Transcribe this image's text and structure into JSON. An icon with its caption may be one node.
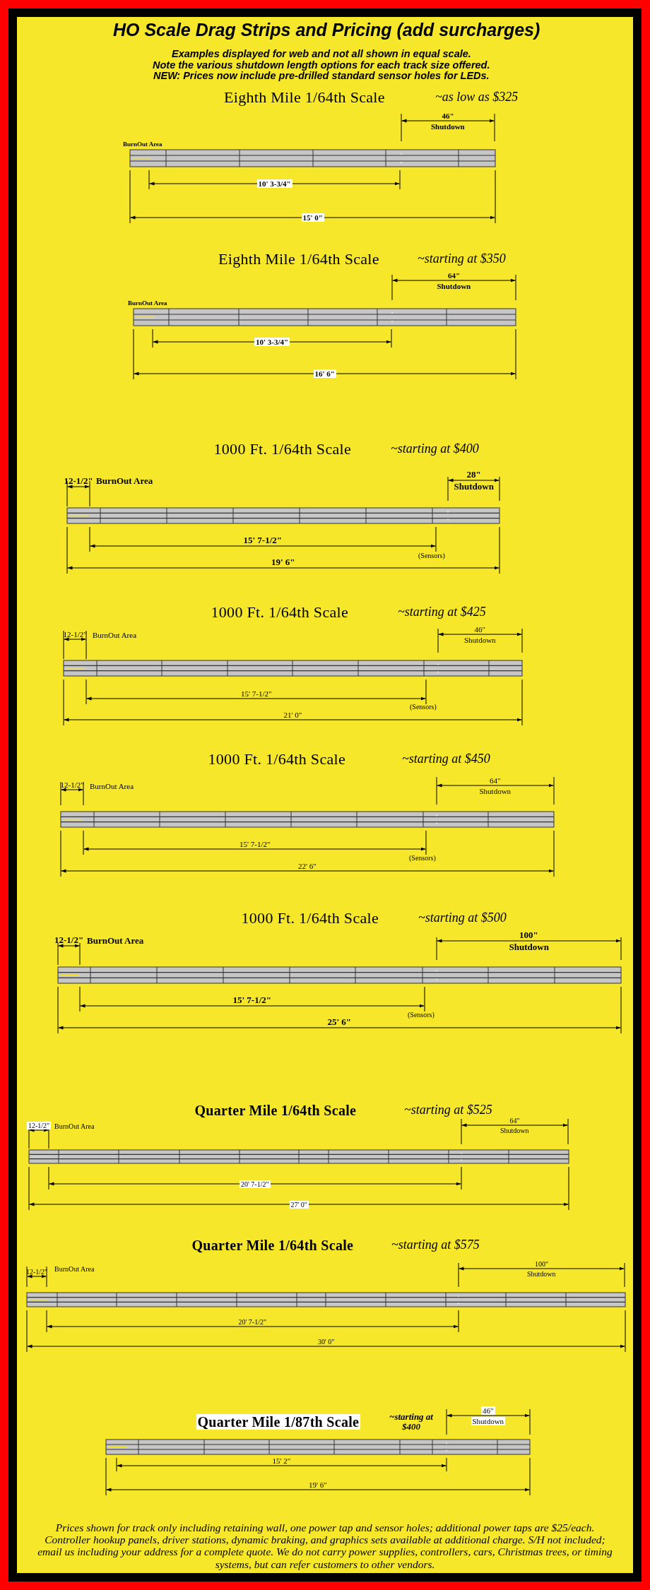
{
  "diagram": {
    "title": "HO Scale Drag Strips and Pricing (add surcharges)",
    "caption": "Prices shown for track only including retaining wall, one power tap and sensor holes; additional power taps are $25/each. Controller hookup panels,  driver stations, dynamic braking, and graphics sets available at additional charge. S/H not included; email us including your address for a complete quote.  We do not carry power supplies, controllers, cars, Christmas trees, or timing systems, but can refer customers to other vendors.",
    "labels": [
      "Examples displayed for web and not all shown in equal scale.",
      "Note the various shutdown length options for each track size offered.",
      "NEW: Prices now include pre-drilled standard sensor holes for LEDs.",
      "Eighth Mile 1/64th Scale",
      "~as low as $325",
      "46\"",
      "Shutdown",
      "BurnOut Area",
      "10' 3-3/4\"",
      "15' 0\"",
      "Eighth Mile 1/64th Scale",
      "~starting at $350",
      "64\"",
      "Shutdown",
      "BurnOut Area",
      "10' 3-3/4\"",
      "16' 6\"",
      "1000 Ft. 1/64th Scale",
      "~starting at $400",
      "12-1/2\"",
      "BurnOut Area",
      "28\"",
      "Shutdown",
      "15' 7-1/2\"",
      "(Sensors)",
      "19' 6\"",
      "1000 Ft. 1/64th Scale",
      "~starting at $425",
      "12-1/2\"",
      "BurnOut Area",
      "46\"",
      "Shutdown",
      "15' 7-1/2\"",
      "(Sensors)",
      "21' 0\"",
      "1000 Ft. 1/64th Scale",
      "~starting at $450",
      "12-1/2\"",
      "BurnOut Area",
      "64\"",
      "Shutdown",
      "15' 7-1/2\"",
      "(Sensors)",
      "22' 6\"",
      "1000 Ft. 1/64th Scale",
      "~starting at $500",
      "12-1/2\"",
      "BurnOut Area",
      "100\"",
      "Shutdown",
      "15' 7-1/2\"",
      "(Sensors)",
      "25' 6\"",
      "Quarter Mile 1/64th Scale",
      "~starting at $525",
      "12-1/2\"",
      "BurnOut Area",
      "64\"",
      "Shutdown",
      "20' 7-1/2\"",
      "27' 0\"",
      "Quarter Mile 1/64th Scale",
      "~starting at $575",
      "12-1/2\"",
      "BurnOut Area",
      "100\"",
      "Shutdown",
      "20' 7-1/2\"",
      "30' 0\"",
      "Quarter Mile 1/87th Scale",
      "~starting at $400",
      "46\"",
      "Shutdown",
      "15' 2\"",
      "19' 6\""
    ]
  }
}
